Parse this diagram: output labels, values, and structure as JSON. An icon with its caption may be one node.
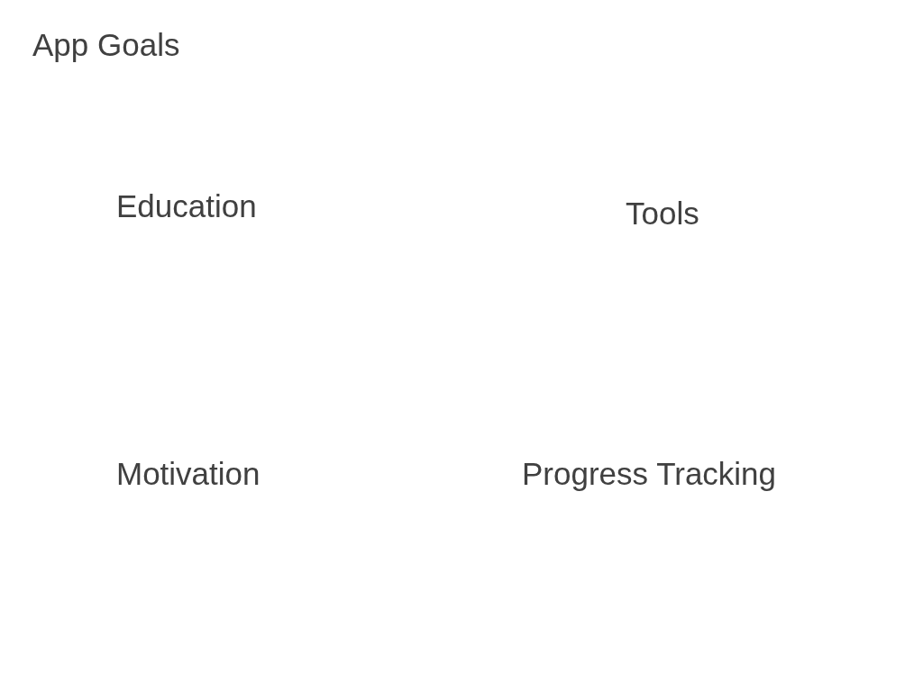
{
  "diagram": {
    "title": "App Goals",
    "labels": [
      "Education",
      "Tools",
      "Motivation",
      "Progress Tracking"
    ]
  }
}
